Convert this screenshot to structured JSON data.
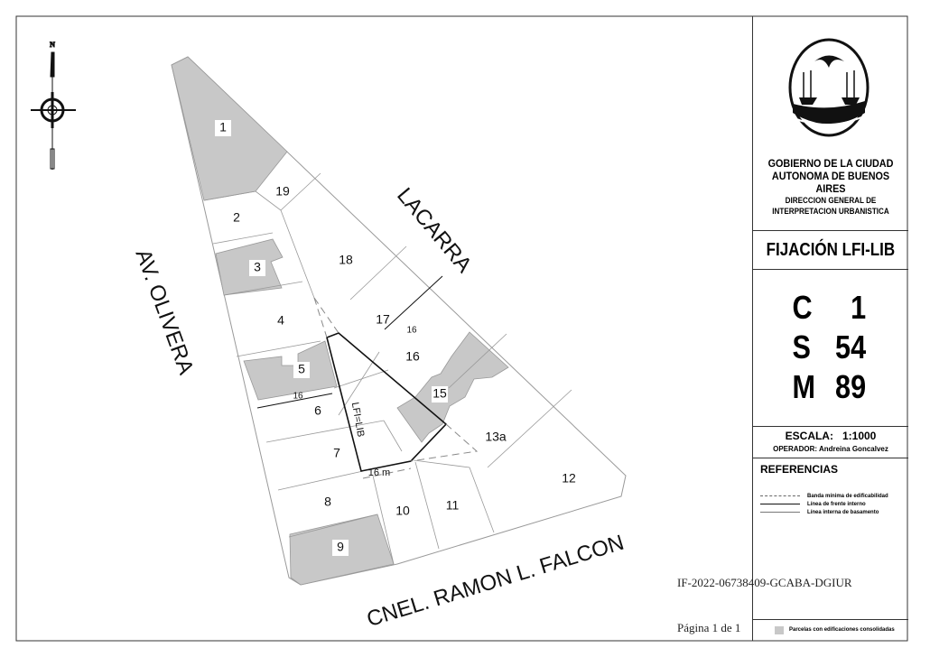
{
  "header": {
    "org_line1": "GOBIERNO DE LA CIUDAD",
    "org_line2": "AUTONOMA DE BUENOS AIRES",
    "dept_line1": "DIRECCION GENERAL DE",
    "dept_line2": "INTERPRETACION URBANISTICA"
  },
  "title": "FIJACIÓN LFI-LIB",
  "cadastral": [
    {
      "key": "C",
      "value": "1"
    },
    {
      "key": "S",
      "value": "54"
    },
    {
      "key": "M",
      "value": "89"
    }
  ],
  "scale": "ESCALA:   1:1000",
  "operator": "OPERADOR: Andreina Goncalvez",
  "references": {
    "title": "REFERENCIAS",
    "items": [
      "Banda mínima de edificabilidad",
      "Línea de frente interno",
      "Línea interna de basamento"
    ],
    "consolidated": "Parcelas con edificaciones consolidadas"
  },
  "document_id": "IF-2022-06738409-GCABA-DGIUR",
  "page": "Página 1 de 1",
  "map": {
    "north": "N",
    "streets": {
      "lacarra": "LACARRA",
      "olivera": "AV. OLIVERA",
      "falcon": "CNEL. RAMON L. FALCON"
    },
    "parcels": [
      "1",
      "19",
      "2",
      "3",
      "18",
      "4",
      "17",
      "16",
      "5",
      "15",
      "6",
      "7",
      "13a",
      "12",
      "8",
      "10",
      "11",
      "9"
    ],
    "dim_16_a": "16",
    "dim_16_b": "16",
    "dim_16m": "16 m",
    "lfi_label": "LFI=LIB"
  },
  "colors": {
    "consolidated": "#c8c8c8",
    "line": "#999999"
  }
}
